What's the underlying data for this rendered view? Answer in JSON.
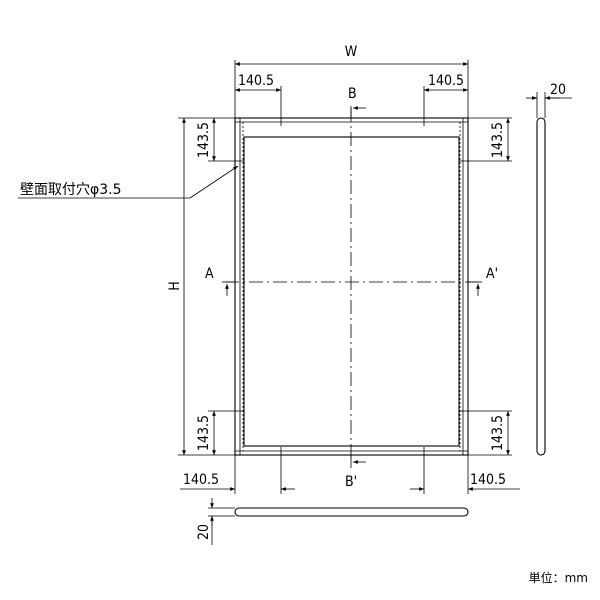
{
  "dimensions": {
    "width_label": "W",
    "height_label": "H",
    "top_left_offset": "140.5",
    "top_right_offset": "140.5",
    "bottom_left_offset": "140.5",
    "bottom_right_offset": "140.5",
    "left_top_offset": "143.5",
    "left_bottom_offset": "143.5",
    "right_top_offset": "143.5",
    "right_bottom_offset": "143.5",
    "side_thickness": "20",
    "bottom_thickness": "20"
  },
  "section_marks": {
    "a": "A",
    "a_prime": "A'",
    "b": "B",
    "b_prime": "B'"
  },
  "callout": {
    "hole_label": "壁面取付穴φ3.5"
  },
  "unit_note": "単位：mm"
}
